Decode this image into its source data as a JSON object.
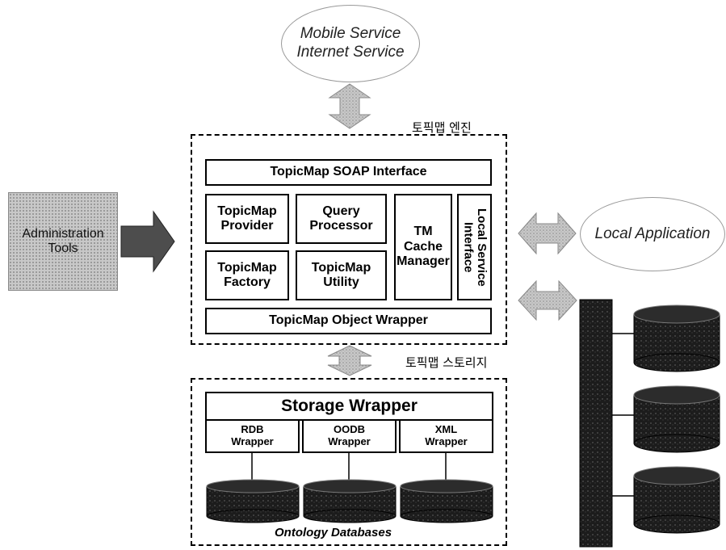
{
  "ellipses": {
    "mobile_internet": "Mobile Service\nInternet Service",
    "local_app": "Local Application"
  },
  "labels": {
    "engine": "토픽맵 엔진",
    "storage": "토픽맵 스토리지"
  },
  "admin": {
    "label": "Administration\nTools"
  },
  "engine": {
    "soap": "TopicMap SOAP Interface",
    "provider": "TopicMap\nProvider",
    "query": "Query\nProcessor",
    "factory": "TopicMap\nFactory",
    "utility": "TopicMap\nUtility",
    "cache": "TM\nCache\nManager",
    "local_service": "Local Service\nInterface",
    "object_wrapper": "TopicMap Object Wrapper"
  },
  "storage": {
    "wrapper": "Storage Wrapper",
    "rdb": "RDB\nWrapper",
    "oodb": "OODB\nWrapper",
    "xml": "XML\nWrapper",
    "caption": "Ontology Databases"
  },
  "colors": {
    "arrow_grey": "#c8c8c8",
    "bus_dark": "#1e1e1e",
    "db_dark": "#1a1a1a"
  }
}
